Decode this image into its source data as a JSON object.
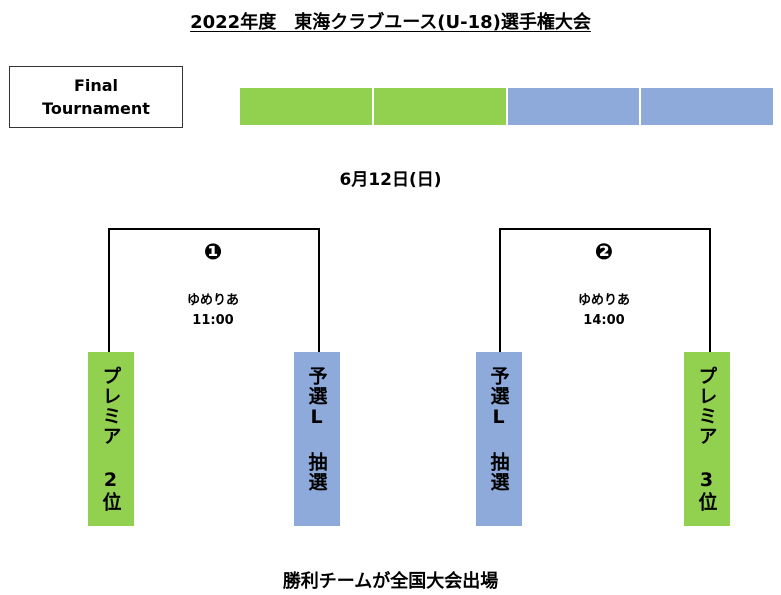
{
  "header": {
    "title": "2022年度　東海クラブユース(U-18)選手権大会"
  },
  "final_box": {
    "label": "Final\nTournament"
  },
  "legend": {
    "colors": [
      "#92d050",
      "#92d050",
      "#8eaadb",
      "#8eaadb"
    ]
  },
  "date": "6月12日(日)",
  "matches": [
    {
      "number": "❶",
      "venue": "ゆめりあ",
      "time": "11:00",
      "left_team": {
        "label": "プレミア 2位",
        "color": "#92d050"
      },
      "right_team": {
        "label": "予選L 抽選",
        "color": "#8eaadb"
      }
    },
    {
      "number": "❷",
      "venue": "ゆめりあ",
      "time": "14:00",
      "left_team": {
        "label": "予選L 抽選",
        "color": "#8eaadb"
      },
      "right_team": {
        "label": "プレミア 3位",
        "color": "#92d050"
      }
    }
  ],
  "footer": "勝利チームが全国大会出場"
}
